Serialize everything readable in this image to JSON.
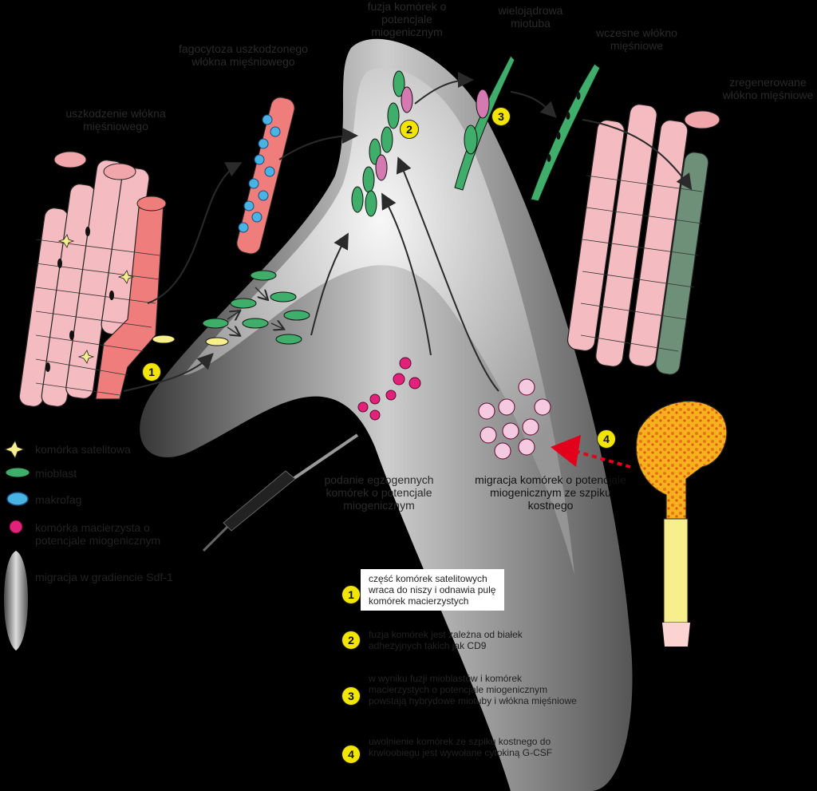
{
  "labels": {
    "fusion": "fuzja komórek o potencjale miogenicznym",
    "myotube": "wielojądrowa miotuba",
    "early_fiber": "wczesne włókno mięśniowe",
    "regenerated_fiber": "zregenerowane włókno mięśniowe",
    "phagocytosis": "fagocytoza uszkodzonego włókna mięśniowego",
    "damage": "uszkodzenie włókna mięśniowego",
    "exogenous": "podanie egzogennych komórek o potencjale miogenicznym",
    "marrow_migration": "migracja komórek o potencjale miogenicznym ze szpiku kostnego"
  },
  "badges": [
    "1",
    "2",
    "3",
    "4"
  ],
  "legend": [
    {
      "icon": "satellite-cell-icon",
      "label": "komórka satelitowa"
    },
    {
      "icon": "myoblast-icon",
      "label": "mioblast"
    },
    {
      "icon": "macrophage-icon",
      "label": "makrofag"
    },
    {
      "icon": "stem-cell-icon",
      "label": "komórka macierzysta o potencjale miogenicznym"
    },
    {
      "icon": "gradient-icon",
      "label": "migracja w gradiencie Sdf-1"
    }
  ],
  "steps": [
    {
      "num": "1",
      "text": "część komórek satelitowych wraca do niszy i odnawia pulę komórek macierzystych"
    },
    {
      "num": "2",
      "text": "fuzja komórek jest zależna od białek adhezyjnych takich jak CD9"
    },
    {
      "num": "3",
      "text": "w wyniku fuzji mioblastów i komórek macierzystych o potencjale miogenicznym powstają hybrydowe miotuby i włókna mięśniowe"
    },
    {
      "num": "4",
      "text": "uwolnienie komórek ze szpiku kostnego do krwioobiegu jest wywołane cytokiną G-CSF"
    }
  ],
  "colors": {
    "background": "#000000",
    "muscle_pink": "#f4bcc0",
    "muscle_red": "#ef7d7b",
    "myoblast_green": "#3fae6a",
    "macrophage_blue": "#49b3e3",
    "stem_pink": "#e2217a",
    "badge_yellow": "#f2e600",
    "arrow_red": "#e3001b",
    "bone_orange": "#f4a21b",
    "regenerated_green": "#6e8f78"
  }
}
